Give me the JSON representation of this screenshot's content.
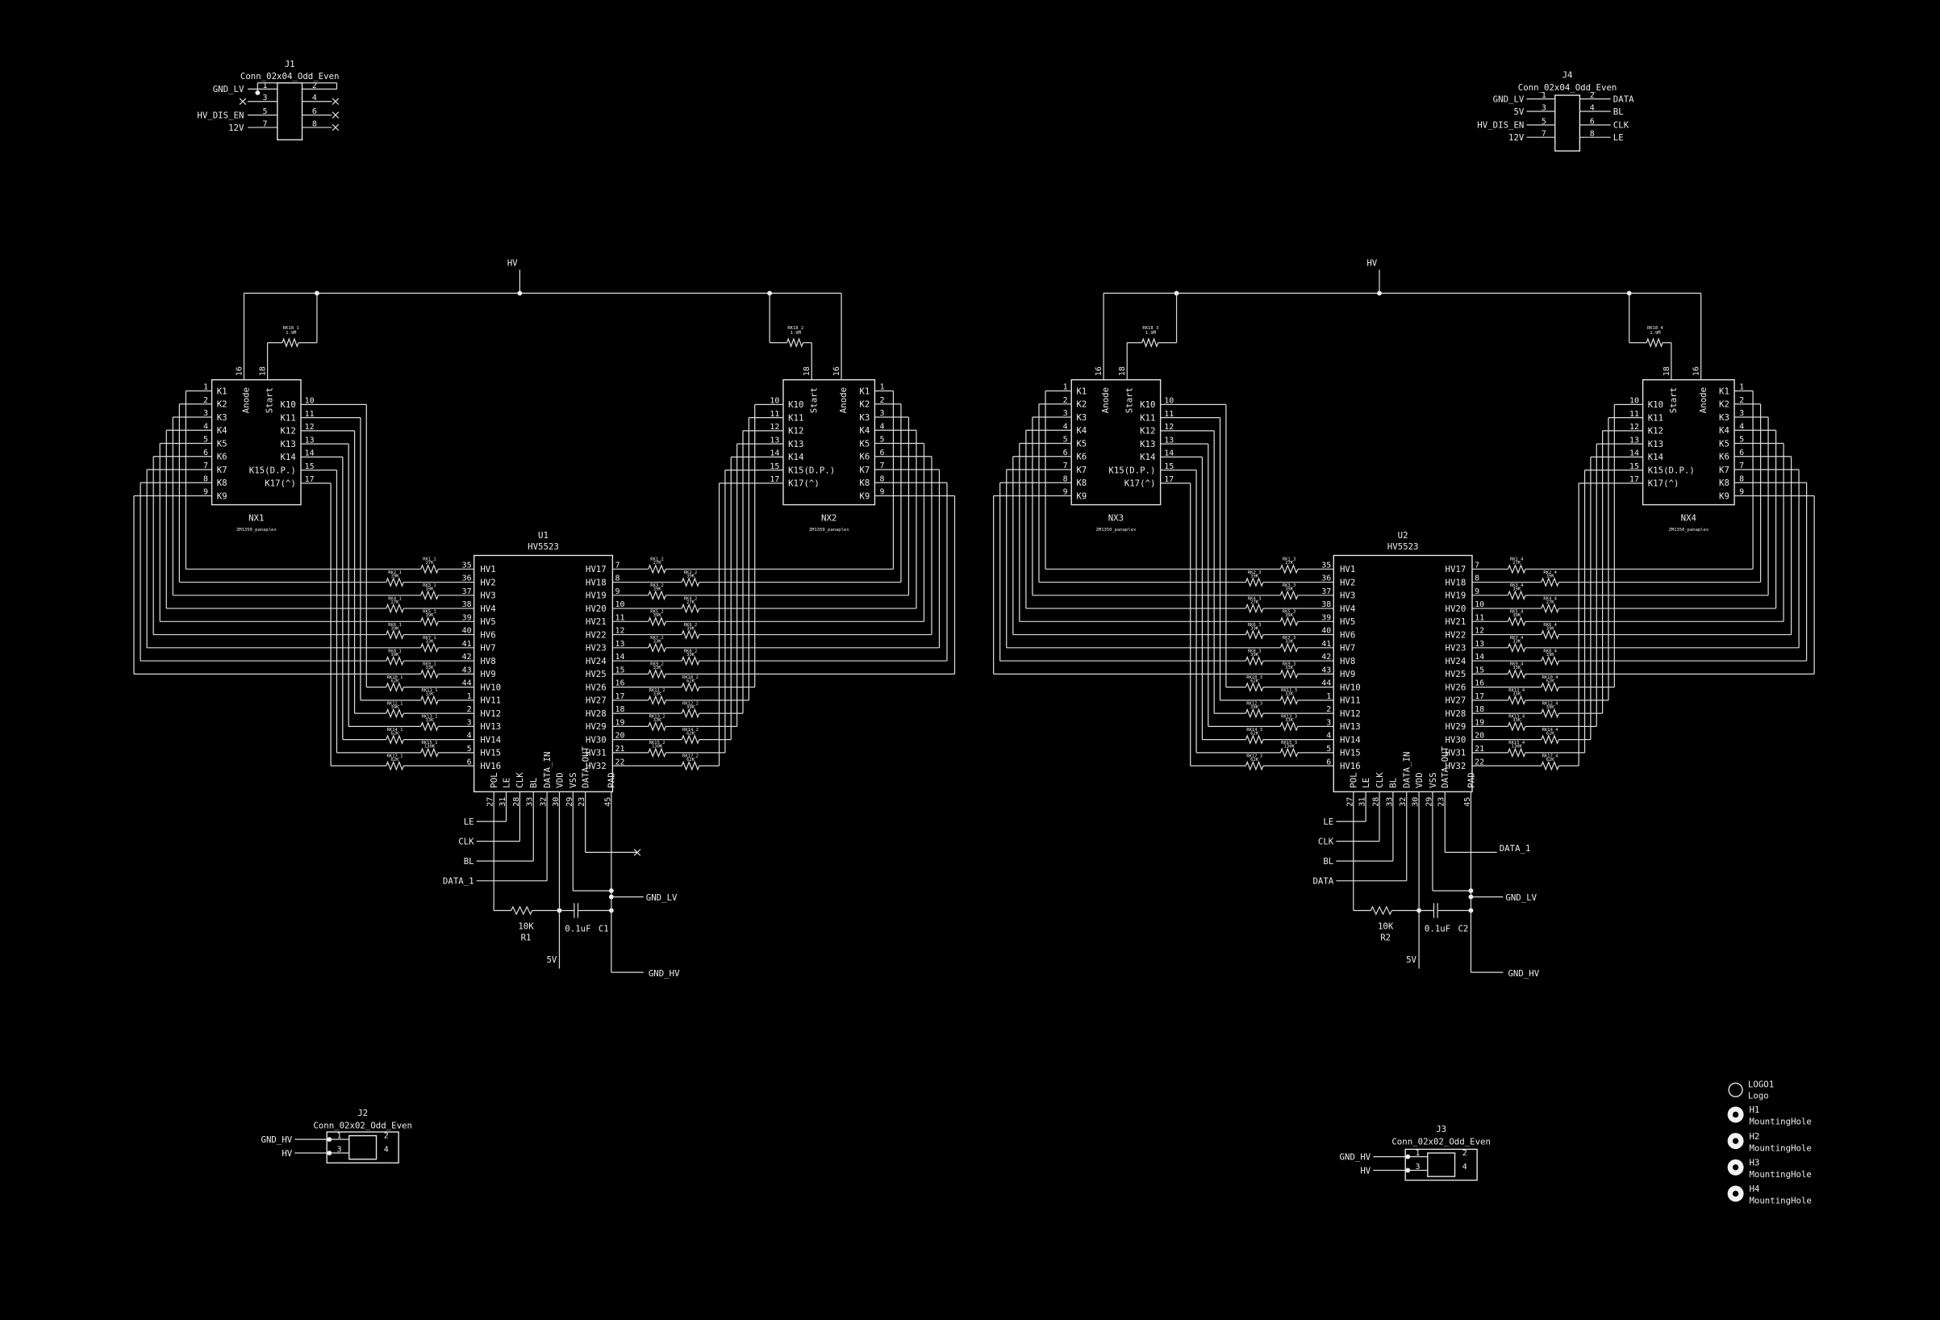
{
  "colors": {
    "background": "#000000",
    "wire": "#dcdcdc",
    "text": "#ececec"
  },
  "nx_pins": {
    "cathodes_a": [
      {
        "name": "K1",
        "num": "1"
      },
      {
        "name": "K2",
        "num": "2"
      },
      {
        "name": "K3",
        "num": "3"
      },
      {
        "name": "K4",
        "num": "4"
      },
      {
        "name": "K5",
        "num": "5"
      },
      {
        "name": "K6",
        "num": "6"
      },
      {
        "name": "K7",
        "num": "7"
      },
      {
        "name": "K8",
        "num": "8"
      },
      {
        "name": "K9",
        "num": "9"
      }
    ],
    "cathodes_b": [
      {
        "name": "K10",
        "num": "10"
      },
      {
        "name": "K11",
        "num": "11"
      },
      {
        "name": "K12",
        "num": "12"
      },
      {
        "name": "K13",
        "num": "13"
      },
      {
        "name": "K14",
        "num": "14"
      },
      {
        "name": "K15(D.P.)",
        "num": "15"
      },
      {
        "name": "K17(^)",
        "num": "17"
      }
    ],
    "anode": {
      "name": "Anode",
      "num": "16"
    },
    "start": {
      "name": "Start",
      "num": "18"
    }
  },
  "ic_pins": {
    "left": [
      {
        "name": "HV1",
        "num": "35"
      },
      {
        "name": "HV2",
        "num": "36"
      },
      {
        "name": "HV3",
        "num": "37"
      },
      {
        "name": "HV4",
        "num": "38"
      },
      {
        "name": "HV5",
        "num": "39"
      },
      {
        "name": "HV6",
        "num": "40"
      },
      {
        "name": "HV7",
        "num": "41"
      },
      {
        "name": "HV8",
        "num": "42"
      },
      {
        "name": "HV9",
        "num": "43"
      },
      {
        "name": "HV10",
        "num": "44"
      },
      {
        "name": "HV11",
        "num": "1"
      },
      {
        "name": "HV12",
        "num": "2"
      },
      {
        "name": "HV13",
        "num": "3"
      },
      {
        "name": "HV14",
        "num": "4"
      },
      {
        "name": "HV15",
        "num": "5"
      },
      {
        "name": "HV16",
        "num": "6"
      }
    ],
    "right": [
      {
        "name": "HV17",
        "num": "7"
      },
      {
        "name": "HV18",
        "num": "8"
      },
      {
        "name": "HV19",
        "num": "9"
      },
      {
        "name": "HV20",
        "num": "10"
      },
      {
        "name": "HV21",
        "num": "11"
      },
      {
        "name": "HV22",
        "num": "12"
      },
      {
        "name": "HV23",
        "num": "13"
      },
      {
        "name": "HV24",
        "num": "14"
      },
      {
        "name": "HV25",
        "num": "15"
      },
      {
        "name": "HV26",
        "num": "16"
      },
      {
        "name": "HV27",
        "num": "17"
      },
      {
        "name": "HV28",
        "num": "18"
      },
      {
        "name": "HV29",
        "num": "19"
      },
      {
        "name": "HV30",
        "num": "20"
      },
      {
        "name": "HV31",
        "num": "21"
      },
      {
        "name": "HV32",
        "num": "22"
      }
    ],
    "bottom": [
      {
        "name": "POL",
        "num": "27"
      },
      {
        "name": "LE",
        "num": "31"
      },
      {
        "name": "CLK",
        "num": "28"
      },
      {
        "name": "BL",
        "num": "33"
      },
      {
        "name": "DATA_IN",
        "num": "32"
      },
      {
        "name": "VDD",
        "num": "30"
      },
      {
        "name": "VSS",
        "num": "29"
      },
      {
        "name": "DATA_OUT",
        "num": "23"
      },
      {
        "name": "PAD",
        "num": "45"
      }
    ]
  },
  "resistor_values": [
    "27K",
    "39K",
    "39K",
    "27K",
    "39K",
    "39K",
    "33K",
    "39K",
    "33K",
    "62K",
    "33K",
    "39K",
    "33K",
    "62K",
    "130K",
    "62K"
  ],
  "halves": [
    {
      "hv_label": "HV",
      "ic": {
        "ref": "U1",
        "value": "HV5523"
      },
      "nx_left": {
        "ref": "NX1",
        "value": "ZM1350_panaplex"
      },
      "nx_right": {
        "ref": "NX2",
        "value": "ZM1350_panaplex"
      },
      "rk18_left": {
        "ref": "RK18_1",
        "value": "1.9M"
      },
      "rk18_right": {
        "ref": "RK18_2",
        "value": "1.9M"
      },
      "res_left_refs": [
        "RK1_1",
        "RK2_1",
        "RK3_1",
        "RK4_1",
        "RK5_1",
        "RK6_1",
        "RK7_1",
        "RK8_1",
        "RK9_1",
        "RK10_1",
        "RK11_1",
        "RK12_1",
        "RK13_1",
        "RK14_1",
        "RK15_1",
        "RK17_1"
      ],
      "res_right_refs": [
        "RK1_2",
        "RK2_2",
        "RK3_2",
        "RK4_2",
        "RK5_2",
        "RK6_2",
        "RK7_2",
        "RK8_2",
        "RK9_2",
        "RK10_2",
        "RK11_2",
        "RK12_2",
        "RK13_2",
        "RK14_2",
        "RK15_2",
        "RK17_2"
      ],
      "control_labels": [
        "LE",
        "CLK",
        "BL",
        "DATA_1"
      ],
      "data_out_label": null,
      "r": {
        "ref": "R1",
        "value": "10K"
      },
      "c": {
        "ref": "C1",
        "value": "0.1uF"
      },
      "vdd_label": "5V",
      "gnd_lv": "GND_LV",
      "gnd_hv": "GND_HV"
    },
    {
      "hv_label": "HV",
      "ic": {
        "ref": "U2",
        "value": "HV5523"
      },
      "nx_left": {
        "ref": "NX3",
        "value": "ZM1350_panaplex"
      },
      "nx_right": {
        "ref": "NX4",
        "value": "ZM1350_panaplex"
      },
      "rk18_left": {
        "ref": "RK18_3",
        "value": "1.9M"
      },
      "rk18_right": {
        "ref": "RK18_4",
        "value": "1.9M"
      },
      "res_left_refs": [
        "RK1_3",
        "RK2_3",
        "RK3_3",
        "RK4_3",
        "RK5_3",
        "RK6_3",
        "RK7_3",
        "RK8_3",
        "RK9_3",
        "RK10_3",
        "RK11_3",
        "RK12_3",
        "RK13_3",
        "RK14_3",
        "RK15_3",
        "RK17_3"
      ],
      "res_right_refs": [
        "RK1_4",
        "RK2_4",
        "RK3_4",
        "RK4_4",
        "RK5_4",
        "RK6_4",
        "RK7_4",
        "RK8_4",
        "RK9_4",
        "RK10_4",
        "RK11_4",
        "RK12_4",
        "RK13_4",
        "RK14_4",
        "RK15_4",
        "RK17_4"
      ],
      "control_labels": [
        "LE",
        "CLK",
        "BL",
        "DATA"
      ],
      "data_out_label": "DATA_1",
      "r": {
        "ref": "R2",
        "value": "10K"
      },
      "c": {
        "ref": "C2",
        "value": "0.1uF"
      },
      "vdd_label": "5V",
      "gnd_lv": "GND_LV",
      "gnd_hv": "GND_HV"
    }
  ],
  "j1": {
    "ref": "J1",
    "value": "Conn_02x04_Odd_Even",
    "left_labels": [
      "GND_LV",
      "",
      "HV_DIS_EN",
      "12V"
    ],
    "left_nums": [
      "1",
      "3",
      "5",
      "7"
    ],
    "right_nums": [
      "2",
      "4",
      "6",
      "8"
    ]
  },
  "j4": {
    "ref": "J4",
    "value": "Conn_02x04_Odd_Even",
    "left_labels": [
      "GND_LV",
      "5V",
      "HV_DIS_EN",
      "12V"
    ],
    "right_labels": [
      "DATA",
      "BL",
      "CLK",
      "LE"
    ],
    "left_nums": [
      "1",
      "3",
      "5",
      "7"
    ],
    "right_nums": [
      "2",
      "4",
      "6",
      "8"
    ]
  },
  "j2": {
    "ref": "J2",
    "value": "Conn_02x02_Odd_Even",
    "left_labels": [
      "GND_HV",
      "HV"
    ],
    "left_nums": [
      "1",
      "3"
    ],
    "right_nums": [
      "2",
      "4"
    ]
  },
  "j3": {
    "ref": "J3",
    "value": "Conn_02x02_Odd_Even",
    "left_labels": [
      "GND_HV",
      "HV"
    ],
    "left_nums": [
      "1",
      "3"
    ],
    "right_nums": [
      "2",
      "4"
    ]
  },
  "logo": {
    "ref": "LOGO1",
    "value": "Logo"
  },
  "holes": [
    {
      "ref": "H1",
      "value": "MountingHole"
    },
    {
      "ref": "H2",
      "value": "MountingHole"
    },
    {
      "ref": "H3",
      "value": "MountingHole"
    },
    {
      "ref": "H4",
      "value": "MountingHole"
    }
  ]
}
